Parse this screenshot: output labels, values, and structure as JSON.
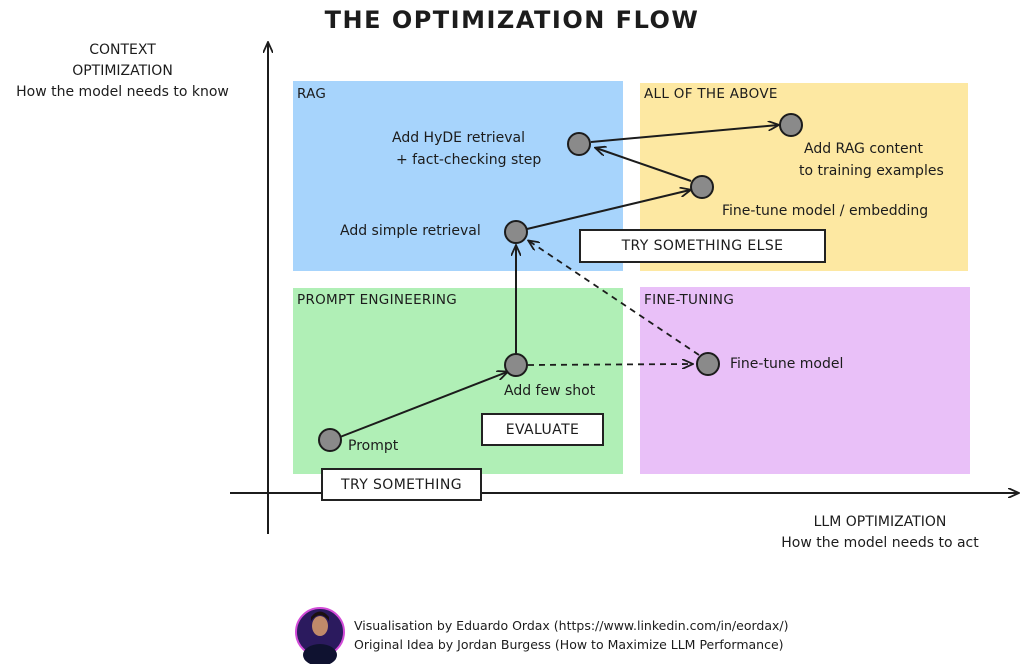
{
  "title": "THE OPTIMIZATION FLOW",
  "y_axis": {
    "line1": "CONTEXT",
    "line2": "OPTIMIZATION",
    "line3": "How the model needs to know"
  },
  "x_axis": {
    "line1": "LLM OPTIMIZATION",
    "line2": "How the model needs to act"
  },
  "quadrants": {
    "rag": {
      "label": "RAG",
      "color": "#a7d4fc"
    },
    "all": {
      "label": "ALL OF THE ABOVE",
      "color": "#fde8a2"
    },
    "prompt": {
      "label": "PROMPT ENGINEERING",
      "color": "#b0efb6"
    },
    "finetune": {
      "label": "FINE-TUNING",
      "color": "#e9c0f8"
    }
  },
  "nodes": {
    "prompt": "Prompt",
    "few_shot": "Add few shot",
    "simple_retrieval": "Add simple retrieval",
    "hyde_line1": "Add HyDE retrieval",
    "hyde_line2": "+ fact-checking step",
    "finetune_embedding": "Fine-tune model / embedding",
    "rag_content_line1": "Add RAG content",
    "rag_content_line2": "to training examples",
    "finetune_model": "Fine-tune model"
  },
  "tags": {
    "try_something": "TRY SOMETHING",
    "evaluate": "EVALUATE",
    "try_something_else": "TRY SOMETHING ELSE"
  },
  "credits": {
    "line1": "Visualisation by Eduardo Ordax (https://www.linkedin.com/in/eordax/)",
    "line2": "Original Idea by Jordan Burgess (How to Maximize LLM Performance)"
  }
}
